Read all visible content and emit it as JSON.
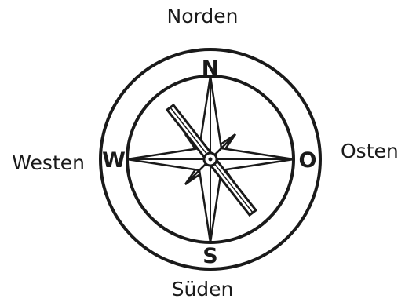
{
  "labels": {
    "north": "Norden",
    "east": "Osten",
    "south": "Süden",
    "west": "Westen"
  },
  "compass": {
    "letters": {
      "north": "N",
      "east": "O",
      "south": "S",
      "west": "W"
    }
  },
  "colors": {
    "ink": "#1a1a1a",
    "background": "#ffffff"
  }
}
